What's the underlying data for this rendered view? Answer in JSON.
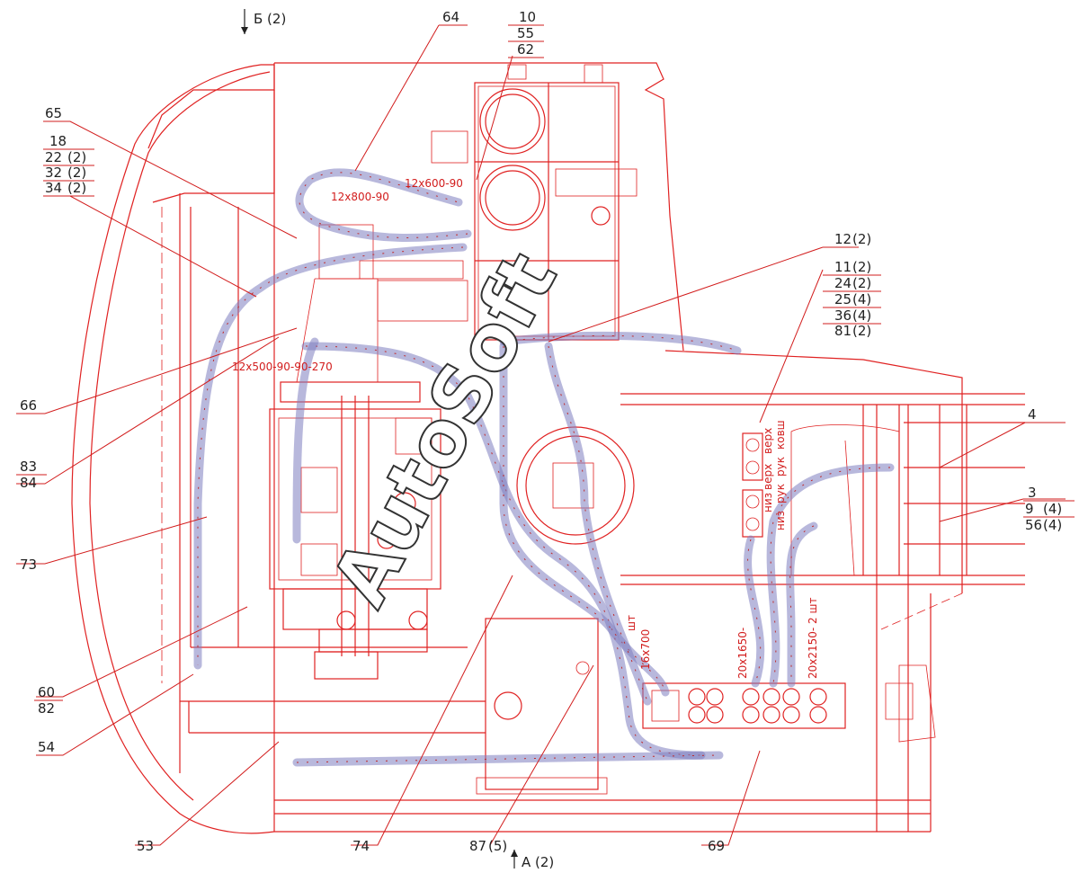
{
  "drawing": {
    "view_b": "Б (2)",
    "view_a": "А (2)",
    "watermark": "AutoSoft"
  },
  "callouts": {
    "c64": "64",
    "c10": "10",
    "c55": "55",
    "c62": "62",
    "c65": "65",
    "c18": "18",
    "c22": "22",
    "c22q": "(2)",
    "c32": "32",
    "c32q": "(2)",
    "c34": "34",
    "c34q": "(2)",
    "c12": "12",
    "c12q": "(2)",
    "c11": "11",
    "c11q": "(2)",
    "c24": "24",
    "c24q": "(2)",
    "c25": "25",
    "c25q": "(4)",
    "c36": "36",
    "c36q": "(4)",
    "c81": "81",
    "c81q": "(2)",
    "c4": "4",
    "c3": "3",
    "c9": "9",
    "c9q": "(4)",
    "c56": "56",
    "c56q": "(4)",
    "c66": "66",
    "c83": "83",
    "c84": "84",
    "c73": "73",
    "c60": "60",
    "c82": "82",
    "c54": "54",
    "c53": "53",
    "c74": "74",
    "c87": "87",
    "c87q": "(5)",
    "c69": "69"
  },
  "hose_labels": {
    "h1": "12x600-90",
    "h2": "12x800-90",
    "h3": "12x500-90-90-270",
    "h4": "16x700",
    "h5": "20x1650-",
    "h6": "20x2150- 2 шт",
    "h7": "шт"
  },
  "valve_labels": {
    "v1": "верх",
    "v2": "верх",
    "v3": "рук",
    "v4": "ковш",
    "v5": "низ",
    "v6": "низ",
    "v7": "рук"
  }
}
